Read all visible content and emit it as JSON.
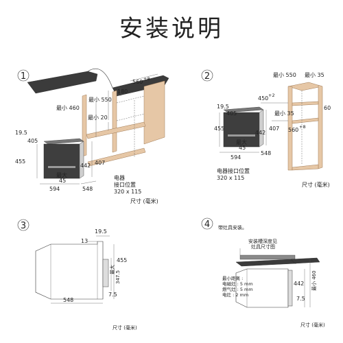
{
  "title": "安装说明",
  "panel1": {
    "num": "1",
    "d_560": "560",
    "d_560_sup": "+8",
    "d_180": "180",
    "min_460": "最小 460",
    "min_550": "最小 550",
    "min_20": "最小 20",
    "d_19_5": "19.5",
    "d_405": "405",
    "d_455": "455",
    "d_442": "442",
    "d_407": "407",
    "max_label": "最大",
    "d_45": "45",
    "d_594": "594",
    "d_548": "548",
    "power_label": "电器",
    "power_label2": "接口位置",
    "power_size": "320 x 115",
    "unit": "尺寸 (毫米)"
  },
  "panel2": {
    "num": "2",
    "min_550": "最小 550",
    "min_35a": "最小 35",
    "d_450": "450",
    "d_450_sup": "+2",
    "min_35b": "最小 35",
    "d_60": "60",
    "d_560": "560",
    "d_560_sup": "+8",
    "d_19_5": "19.5",
    "d_405": "405",
    "d_455": "455",
    "d_442": "442",
    "d_407": "407",
    "max_label": "最大",
    "d_45": "45",
    "d_594": "594",
    "d_548": "548",
    "power_label": "电器接口位置",
    "power_size": "320 x 115",
    "unit": "尺寸 (毫米)"
  },
  "panel3": {
    "num": "3",
    "d_19_5": "19.5",
    "d_13": "13",
    "d_455": "455",
    "max_label": "最大",
    "d_347_5": "347.5",
    "d_7_5": "7.5",
    "d_548": "548",
    "unit": "尺寸 (毫米)"
  },
  "panel4": {
    "num": "4",
    "note": "带灶具安装。",
    "cooktop_label1": "安装槽深度见",
    "cooktop_label2": "灶具尺寸图",
    "min_dist": "最小距离 :",
    "induction": "电磁灶 : 5 mm",
    "gas": "燃气灶 : 5 mm",
    "electric": "电灶 : 2 mm",
    "d_442": "442",
    "min_460": "最小 460",
    "d_7_5": "7.5",
    "unit": "尺寸 (毫米)"
  }
}
